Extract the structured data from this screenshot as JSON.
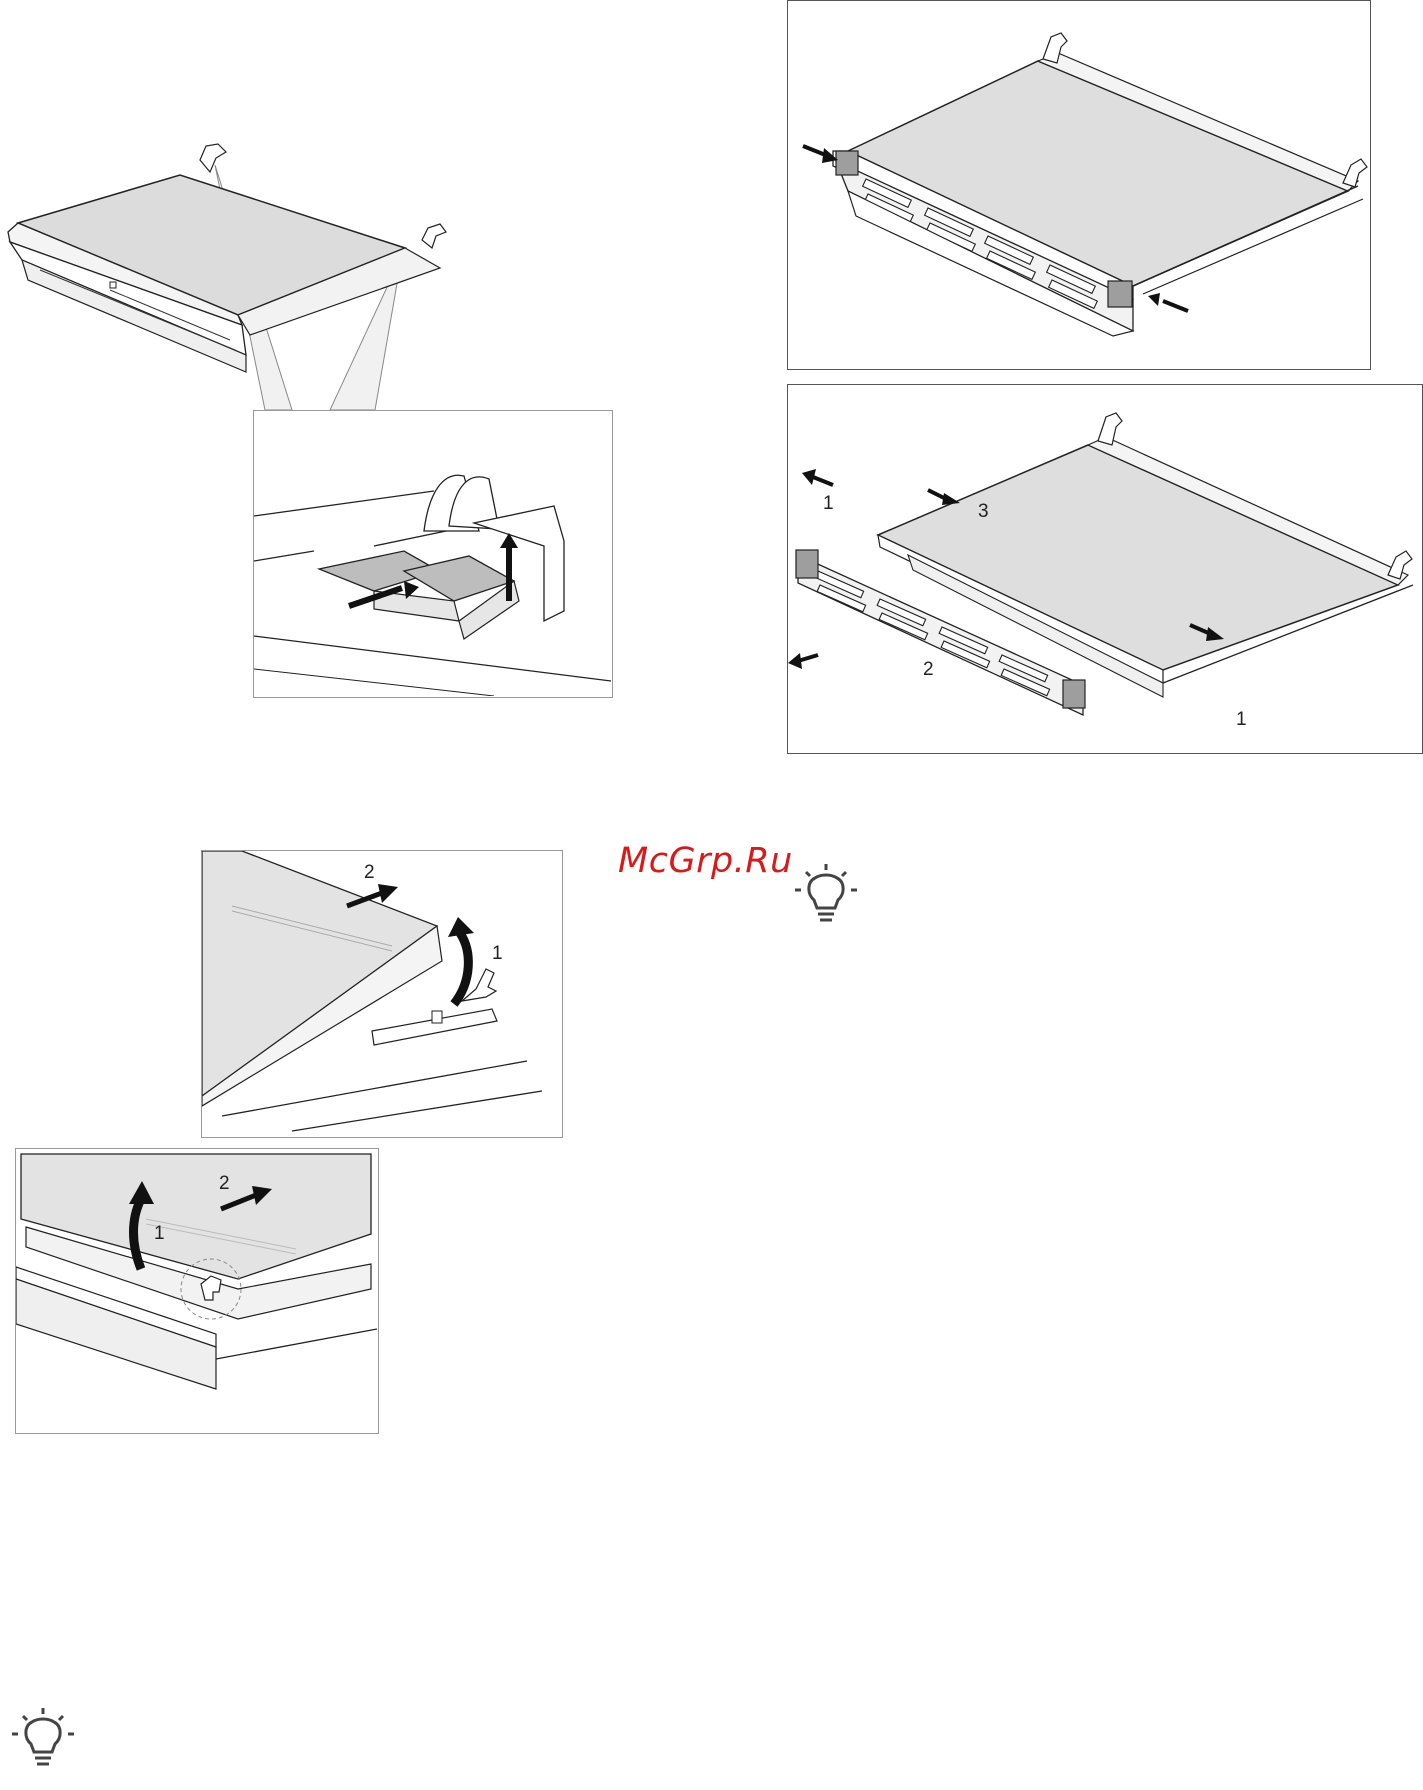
{
  "watermark": {
    "text": "McGrp.Ru"
  },
  "figures": {
    "fig_top_right": {
      "labels": []
    },
    "fig_middle_right": {
      "labels": [
        "1",
        "3",
        "2",
        "1"
      ]
    },
    "fig_bottom_upper": {
      "labels": [
        "2",
        "1"
      ]
    },
    "fig_bottom_lower": {
      "labels": [
        "2",
        "1"
      ]
    }
  },
  "icons": [
    "lightbulb-tip-icon",
    "lightbulb-tip-icon"
  ],
  "colors": {
    "watermark": "#d81a1a",
    "glass": "#e2e2e2",
    "line": "#222222"
  }
}
